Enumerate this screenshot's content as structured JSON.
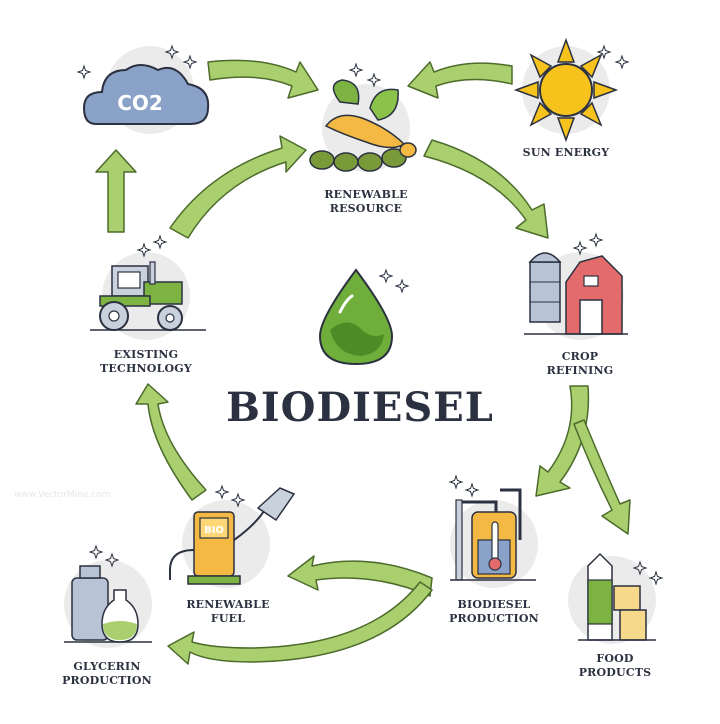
{
  "title": "BIODIESEL",
  "nodes": {
    "co2": {
      "text": "CO2"
    },
    "renewable_resource": {
      "line1": "RENEWABLE",
      "line2": "RESOURCE"
    },
    "sun_energy": {
      "line1": "SUN ENERGY"
    },
    "crop_refining": {
      "line1": "CROP",
      "line2": "REFINING"
    },
    "existing_technology": {
      "line1": "EXISTING",
      "line2": "TECHNOLOGY"
    },
    "renewable_fuel": {
      "line1": "RENEWABLE",
      "line2": "FUEL",
      "pump_text": "BIO"
    },
    "biodiesel_production": {
      "line1": "BIODIESEL",
      "line2": "PRODUCTION"
    },
    "glycerin_production": {
      "line1": "GLYCERIN",
      "line2": "PRODUCTION"
    },
    "food_products": {
      "line1": "FOOD",
      "line2": "PRODUCTS"
    }
  },
  "watermark": "www.VectorMine.com",
  "colors": {
    "arrow_fill": "#a9cf6e",
    "arrow_stroke": "#4d6b2b",
    "outline": "#2b3140",
    "circle_bg": "#ebebeb",
    "drop_green": "#6fae3a",
    "barn_red": "#e36b6b",
    "sun_yellow": "#f6c21c",
    "cloud_blue": "#8aa1c8",
    "pump_yellow": "#f4b942"
  }
}
